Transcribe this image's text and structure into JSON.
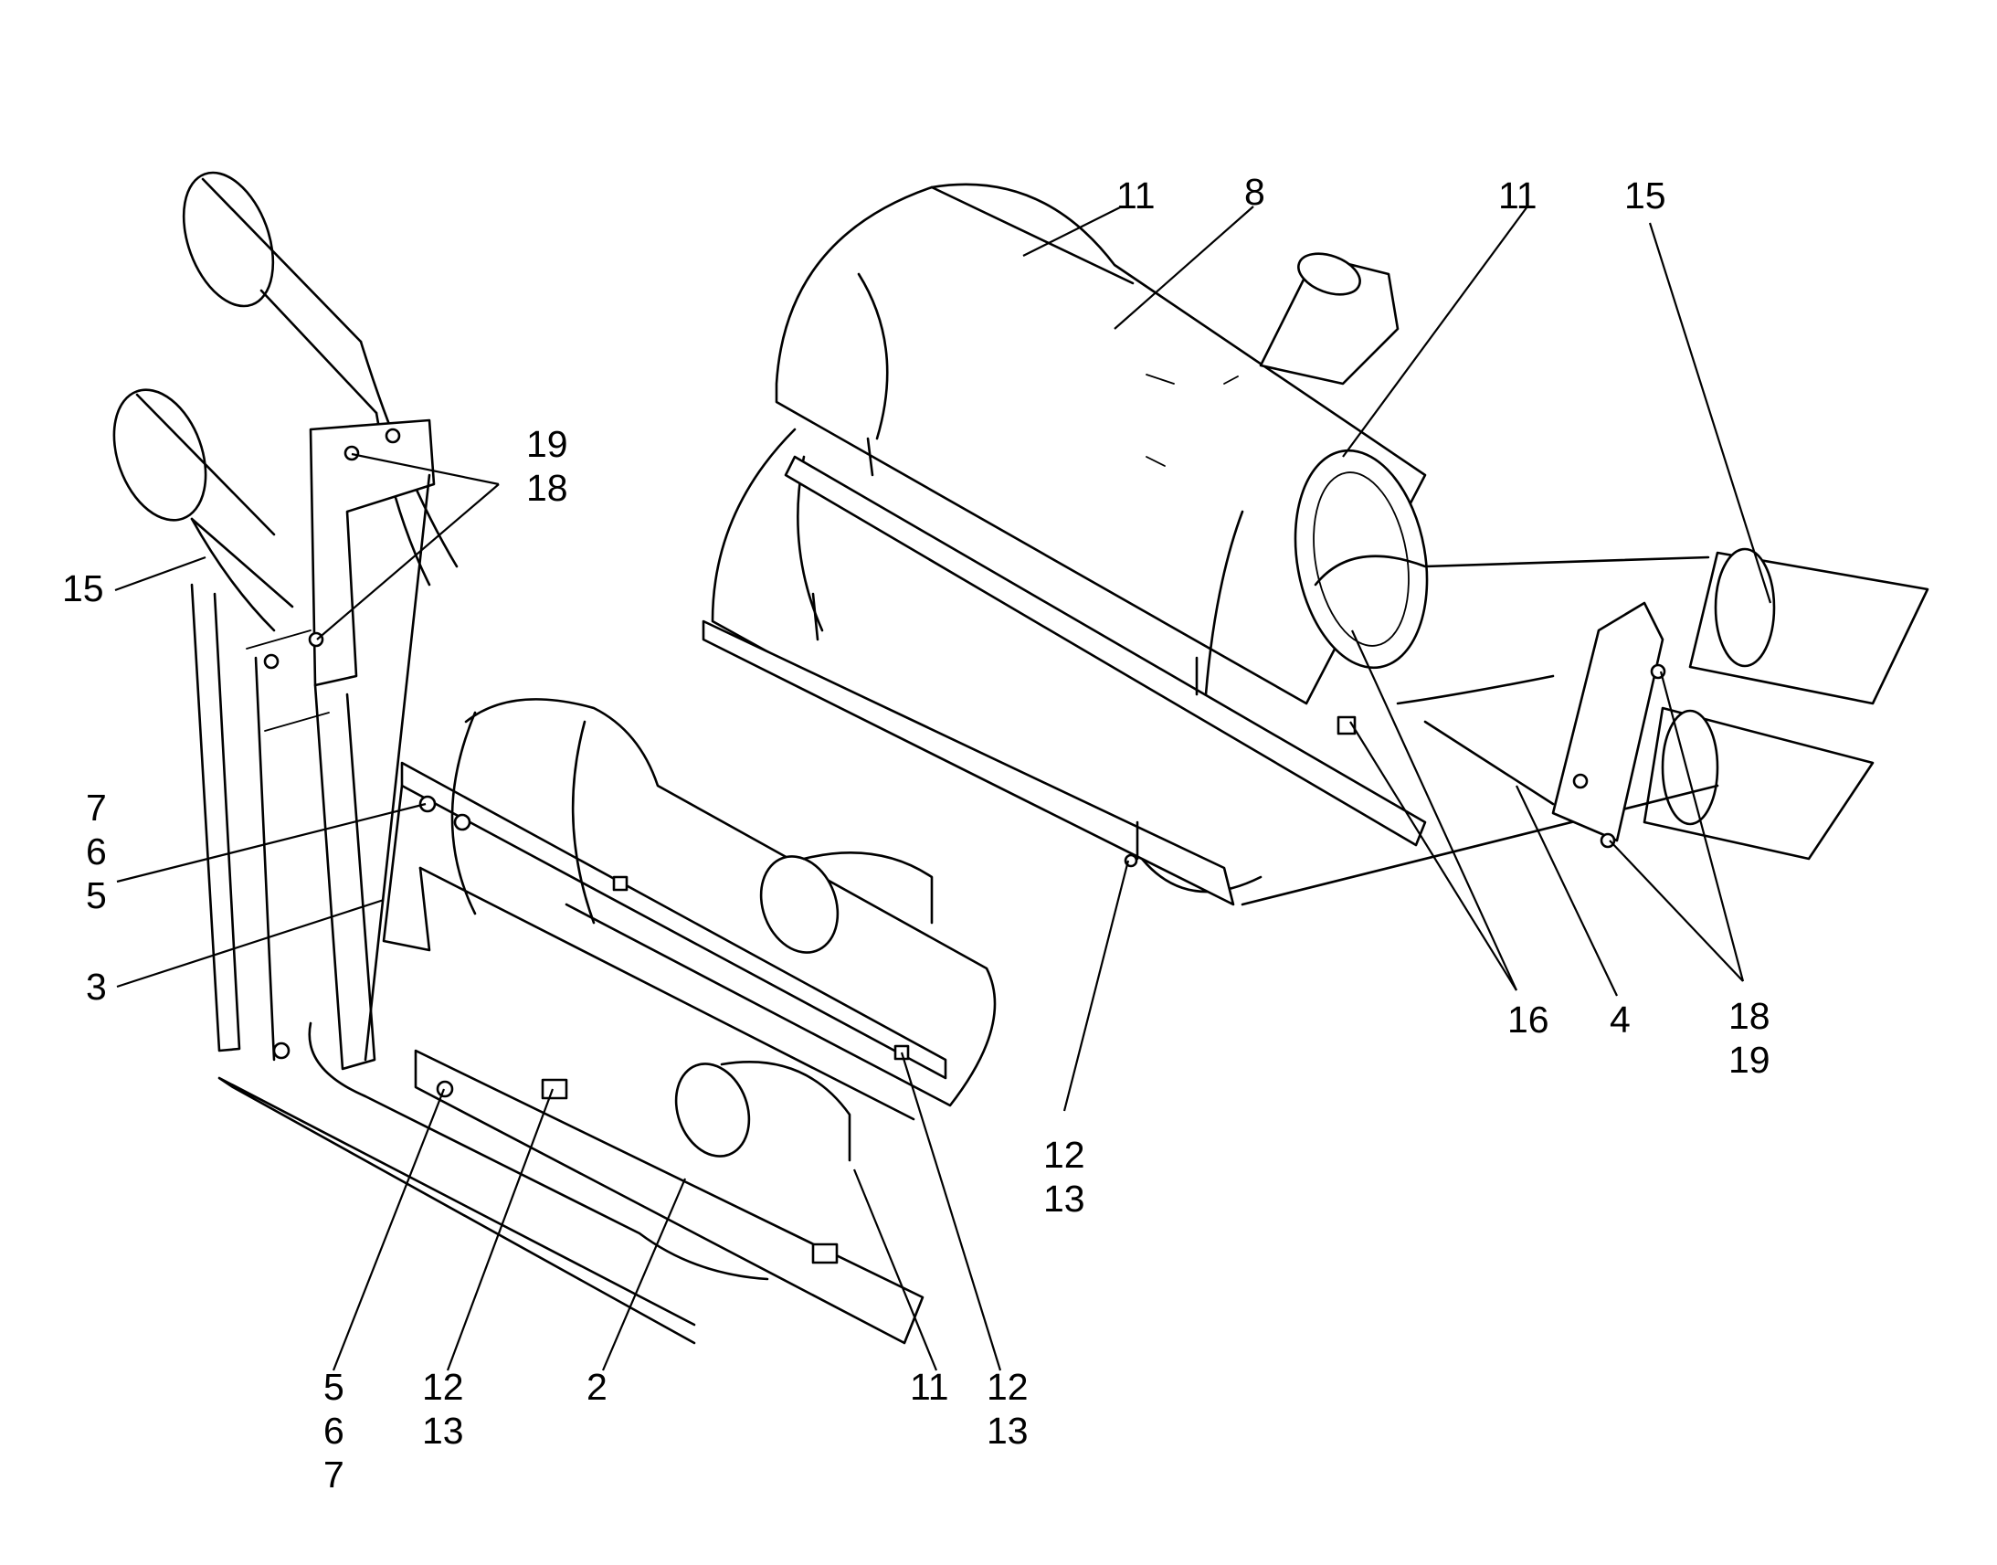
{
  "callouts": {
    "c11_top_left": "11",
    "c8": "8",
    "c11_top_right": "11",
    "c15_top_right": "15",
    "c19_top": "19",
    "c18_top": "18",
    "c15_left": "15",
    "c7_left": "7",
    "c6_left": "6",
    "c5_left": "5",
    "c3": "3",
    "c16": "16",
    "c4": "4",
    "c18_right": "18",
    "c19_right": "19",
    "c12_mid": "12",
    "c13_mid": "13",
    "c5_bottom": "5",
    "c6_bottom": "6",
    "c7_bottom": "7",
    "c12_bottom_left": "12",
    "c13_bottom_left": "13",
    "c2": "2",
    "c11_bottom": "11",
    "c12_bottom_right": "12",
    "c13_bottom_right": "13"
  }
}
